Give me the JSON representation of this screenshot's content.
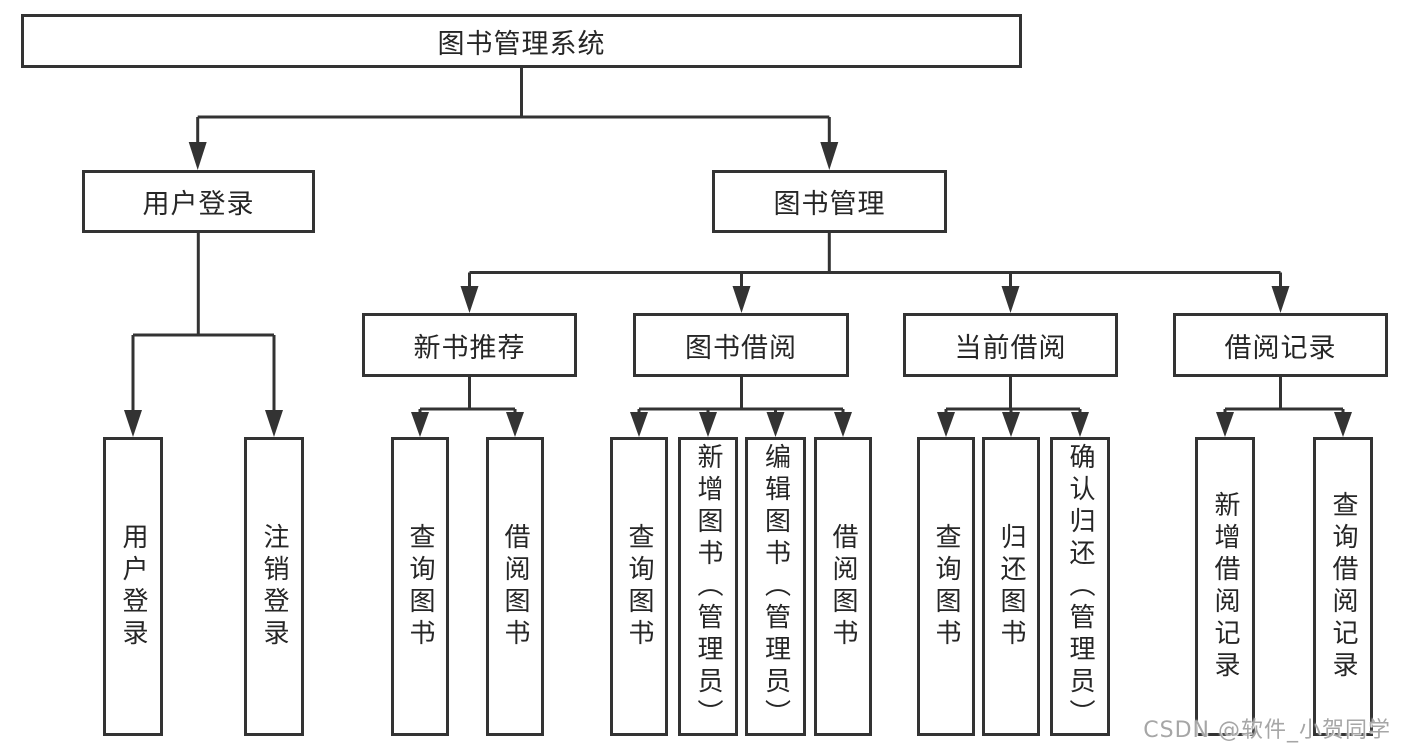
{
  "tree": {
    "label": "图书管理系统",
    "children": [
      {
        "label": "用户登录",
        "children": [
          {
            "label": "用户登录"
          },
          {
            "label": "注销登录"
          }
        ]
      },
      {
        "label": "图书管理",
        "children": [
          {
            "label": "新书推荐",
            "children": [
              {
                "label": "查询图书"
              },
              {
                "label": "借阅图书"
              }
            ]
          },
          {
            "label": "图书借阅",
            "children": [
              {
                "label": "查询图书"
              },
              {
                "label": "新增图书（管理员）"
              },
              {
                "label": "编辑图书（管理员）"
              },
              {
                "label": "借阅图书"
              }
            ]
          },
          {
            "label": "当前借阅",
            "children": [
              {
                "label": "查询图书"
              },
              {
                "label": "归还图书"
              },
              {
                "label": "确认归还（管理员）"
              }
            ]
          },
          {
            "label": "借阅记录",
            "children": [
              {
                "label": "新增借阅记录"
              },
              {
                "label": "查询借阅记录"
              }
            ]
          }
        ]
      }
    ]
  },
  "watermark": {
    "text": "CSDN @软件_小贺同学"
  },
  "colors": {
    "line": "#333333",
    "text": "#262626",
    "watermark": "#a6a6a6",
    "background": "#ffffff"
  }
}
